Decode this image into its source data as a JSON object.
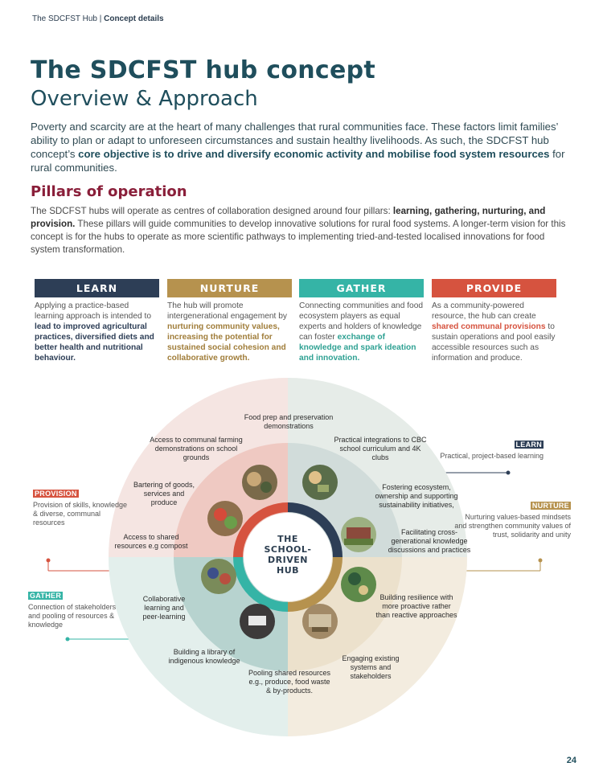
{
  "header": {
    "breadcrumb_a": "The SDCFST Hub",
    "breadcrumb_sep": " | ",
    "breadcrumb_b": "Concept details"
  },
  "title": "The SDCFST hub concept",
  "subtitle": "Overview & Approach",
  "intro": {
    "p1": "Poverty and scarcity are at the heart of many challenges that rural communities face. These factors limit families’ ability to plan or adapt to unforeseen circumstances and sustain healthy livelihoods. As such, the SDCFST hub concept’s ",
    "p1_bold": "core objective is to drive and diversify economic activity and mobilise food system resources",
    "p1_end": " for rural communities."
  },
  "section_title": "Pillars of operation",
  "pillars_text": {
    "a": "The SDCFST hubs will operate as centres of collaboration designed around four pillars: ",
    "bold": "learning, gathering, nurturing, and provision.",
    "b": " These pillars will guide communities to develop innovative solutions for rural food systems. A longer-term vision for this concept is for the hubs to operate as more scientific pathways to implementing tried-and-tested localised innovations for food system transformation."
  },
  "pillars": [
    {
      "name": "LEARN",
      "color": "#2d3e56",
      "d1": "Applying a practice-based learning approach is intended to ",
      "d2": "lead to improved agricultural practices, diversified diets and better health and nutritional behaviour.",
      "d3": ""
    },
    {
      "name": "NURTURE",
      "color": "#b6924e",
      "d1": "The hub will promote intergenerational engagement by ",
      "d2": "nurturing community values, increasing the potential for sustained social cohesion and collaborative growth.",
      "d3": ""
    },
    {
      "name": "GATHER",
      "color": "#35b4a6",
      "d1": "Connecting communities and food ecosystem players as equal experts and holders of knowledge can foster ",
      "d2": "exchange of knowledge and spark ideation and innovation.",
      "d3": ""
    },
    {
      "name": "PROVIDE",
      "color": "#d6533f",
      "d1": "As a community-powered resource, the hub can create ",
      "d2": "shared communal provisions",
      "d3": " to sustain operations and pool easily accessible resources such as information and produce."
    }
  ],
  "hub": {
    "l1": "THE",
    "l2": "SCHOOL-",
    "l3": "DRIVEN",
    "l4": "HUB"
  },
  "wheel_labels": [
    "Food prep and preservation demonstrations",
    "Practical integrations to CBC school curriculum and 4K clubs",
    "Fostering ecosystem, ownership and supporting sustainability initiatives,",
    "Facilitating cross-generational knowledge discussions and practices",
    "Building resilience with more proactive rather than reactive approaches",
    "Engaging existing systems and stakeholders",
    "Pooling shared resources e.g., produce, food waste & by-products.",
    "Building a library of indigenous knowledge",
    "Collaborative learning and peer-learning",
    "Access to shared resources e.g compost",
    "Bartering of goods, services and produce",
    "Access to communal farming demonstrations on school grounds"
  ],
  "side_notes": {
    "learn": {
      "tag": "LEARN",
      "text": "Practical, project-based learning"
    },
    "nurture": {
      "tag": "NURTURE",
      "text": "Nurturing values-based mindsets and strengthen community values of trust, solidarity and unity"
    },
    "provision": {
      "tag": "PROVISION",
      "text": "Provision of skills, knowledge & diverse, communal resources"
    },
    "gather": {
      "tag": "GATHER",
      "text": "Connection of stakeholders and pooling of resources & knowledge"
    }
  },
  "page_number": "24"
}
